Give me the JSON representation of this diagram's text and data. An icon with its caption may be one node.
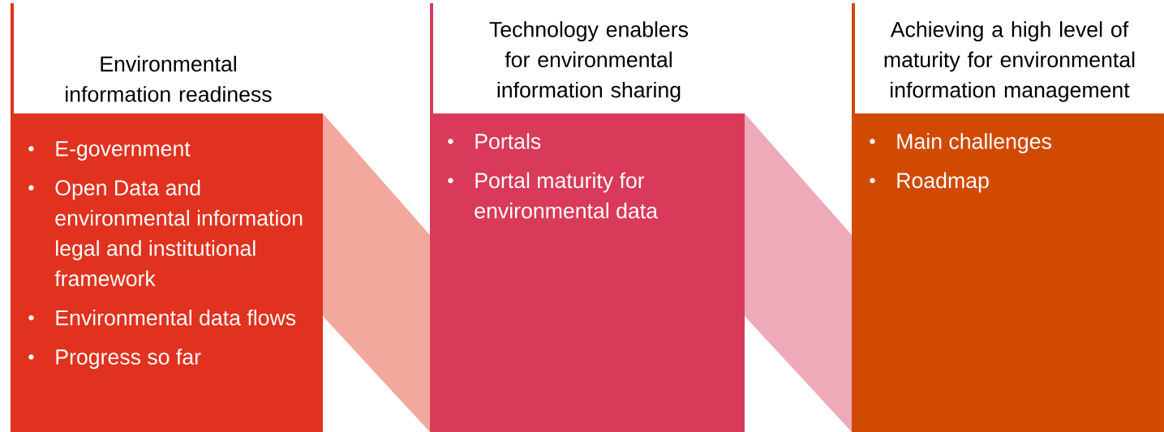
{
  "diagram": {
    "nodes": [
      {
        "text": [
          "Environmental information readiness",
          "E-government",
          "Open Data and environmental information legal and institutional framework",
          "Environmental data flows",
          "Progress so far"
        ]
      },
      {
        "text": [
          "Technology enablers for environmental information sharing",
          "Portals",
          "Portal maturity for environmental data"
        ]
      },
      {
        "text": [
          "Achieving a high level of maturity for environmental information management",
          "Main challenges",
          "Roadmap"
        ]
      }
    ],
    "edges": [
      {
        "from": 0,
        "to": 1,
        "arrow": "none",
        "color": "#f2a89c"
      },
      {
        "from": 1,
        "to": 2,
        "arrow": "none",
        "color": "#eeaab8"
      }
    ]
  }
}
